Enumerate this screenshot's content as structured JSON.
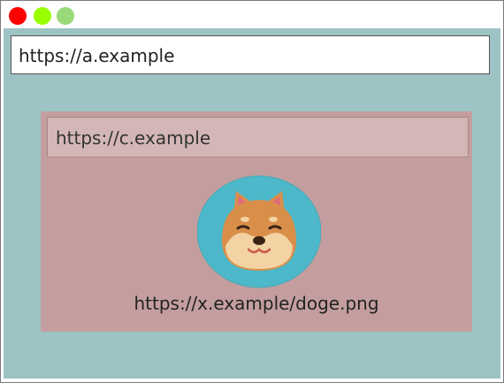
{
  "window": {
    "controls": [
      "close-button",
      "minimize-button",
      "maximize-button"
    ],
    "colors": {
      "close": "#ff0000",
      "minimize": "#99ff00",
      "maximize": "#99d97a"
    }
  },
  "outer_page": {
    "url": "https://a.example",
    "background": "#9ec3c4"
  },
  "iframe": {
    "url": "https://c.example",
    "background": "#c49e9e"
  },
  "embedded_image": {
    "caption": "https://x.example/doge.png",
    "icon": "shiba-dog-face-icon"
  }
}
